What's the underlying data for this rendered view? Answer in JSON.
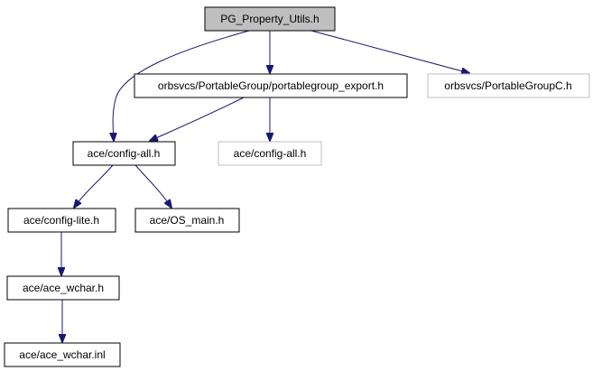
{
  "colors": {
    "edge": "#191970",
    "node_border": "#000000",
    "node_border_external": "#bfbfbf",
    "root_fill": "#bfbfbf",
    "node_fill": "#ffffff",
    "text": "#000000"
  },
  "nodes": [
    {
      "id": "pg",
      "label": "PG_Property_Utils.h",
      "style": "root"
    },
    {
      "id": "pge",
      "label": "orbsvcs/PortableGroup/portablegroup_export.h",
      "style": "normal"
    },
    {
      "id": "pgc",
      "label": "orbsvcs/PortableGroupC.h",
      "style": "external"
    },
    {
      "id": "ca1",
      "label": "ace/config-all.h",
      "style": "normal"
    },
    {
      "id": "ca2",
      "label": "ace/config-all.h",
      "style": "external"
    },
    {
      "id": "cl",
      "label": "ace/config-lite.h",
      "style": "normal"
    },
    {
      "id": "osm",
      "label": "ace/OS_main.h",
      "style": "normal"
    },
    {
      "id": "wc",
      "label": "ace/ace_wchar.h",
      "style": "normal"
    },
    {
      "id": "wci",
      "label": "ace/ace_wchar.inl",
      "style": "normal"
    }
  ],
  "edges": [
    {
      "from": "pg",
      "to": "ca1"
    },
    {
      "from": "pg",
      "to": "pge"
    },
    {
      "from": "pg",
      "to": "pgc"
    },
    {
      "from": "pge",
      "to": "ca1"
    },
    {
      "from": "pge",
      "to": "ca2"
    },
    {
      "from": "ca1",
      "to": "cl"
    },
    {
      "from": "ca1",
      "to": "osm"
    },
    {
      "from": "cl",
      "to": "wc"
    },
    {
      "from": "wc",
      "to": "wci"
    }
  ]
}
